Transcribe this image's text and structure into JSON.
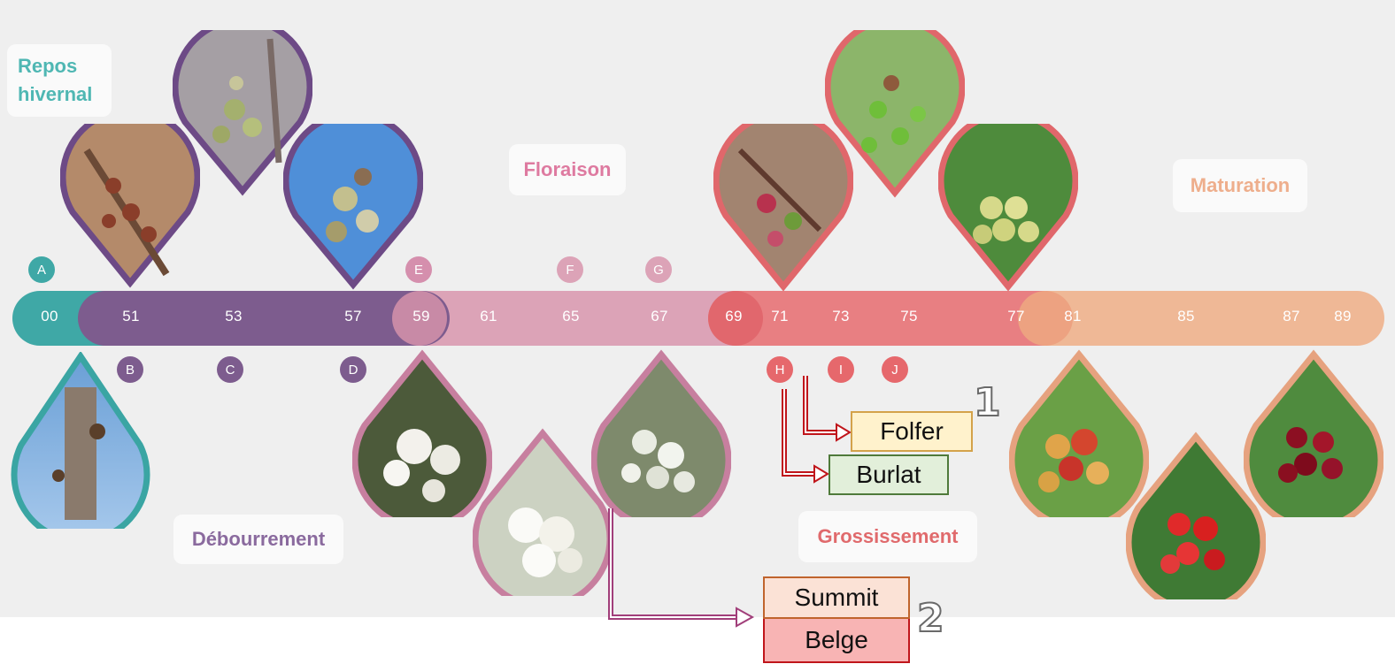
{
  "colors": {
    "teal": "#3fa8a6",
    "purple": "#7b5a8c",
    "pink": "#d9a0b4",
    "red": "#e9797c",
    "peach": "#efb493",
    "phase_teal": "#4fb7b3",
    "phase_purple": "#8a6a9e",
    "phase_pink": "#de7aa0",
    "phase_red": "#e06a6c",
    "phase_peach": "#eeae8c"
  },
  "phases": {
    "repos": "Repos hivernal",
    "debourrement": "Débourrement",
    "floraison": "Floraison",
    "grossissement": "Grossissement",
    "maturation": "Maturation"
  },
  "codes": [
    "00",
    "51",
    "53",
    "57",
    "59",
    "61",
    "65",
    "67",
    "69",
    "71",
    "73",
    "75",
    "77",
    "81",
    "85",
    "87",
    "89"
  ],
  "letters": {
    "A": "A",
    "B": "B",
    "C": "C",
    "D": "D",
    "E": "E",
    "F": "F",
    "G": "G",
    "H": "H",
    "I": "I",
    "J": "J"
  },
  "photos": [
    {
      "name": "dormant-bud",
      "icon": "bud-photo"
    },
    {
      "name": "swelling-bud",
      "icon": "bud-photo"
    },
    {
      "name": "green-bud-cluster",
      "icon": "bud-photo"
    },
    {
      "name": "white-bud-cluster",
      "icon": "bud-photo"
    },
    {
      "name": "first-flowers",
      "icon": "flower-photo"
    },
    {
      "name": "full-bloom",
      "icon": "flower-photo"
    },
    {
      "name": "end-bloom",
      "icon": "flower-photo"
    },
    {
      "name": "fruit-set",
      "icon": "fruit-photo"
    },
    {
      "name": "green-fruits",
      "icon": "fruit-photo"
    },
    {
      "name": "yellow-cherries",
      "icon": "fruit-photo"
    },
    {
      "name": "ripening-cherries",
      "icon": "fruit-photo"
    },
    {
      "name": "red-cherries",
      "icon": "fruit-photo"
    },
    {
      "name": "dark-cherries",
      "icon": "fruit-photo"
    }
  ],
  "varieties": {
    "folfer": "Folfer",
    "burlat": "Burlat",
    "summit": "Summit",
    "belge": "Belge"
  },
  "markers": {
    "one": "1",
    "two": "2"
  }
}
